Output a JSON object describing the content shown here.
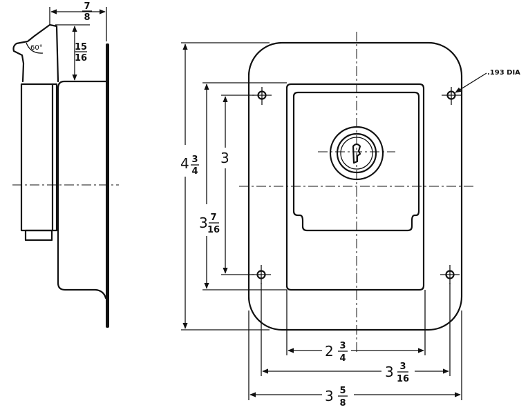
{
  "dimensions": {
    "side_top_width": {
      "whole": "",
      "num": "7",
      "den": "8"
    },
    "side_lip_depth": {
      "whole": "",
      "num": "15",
      "den": "16"
    },
    "side_angle": "60°",
    "overall_height": {
      "whole": "4",
      "num": "3",
      "den": "4"
    },
    "hole_spacing_vertical": {
      "whole": "3",
      "num": "7",
      "den": "16"
    },
    "pan_height": {
      "whole": "3",
      "num": "",
      "den": ""
    },
    "hole_diameter": ".193 DIA",
    "pan_width": {
      "whole": "2",
      "num": "3",
      "den": "4"
    },
    "hole_spacing_horizontal": {
      "whole": "3",
      "num": "3",
      "den": "16"
    },
    "overall_width": {
      "whole": "3",
      "num": "5",
      "den": "8"
    }
  }
}
